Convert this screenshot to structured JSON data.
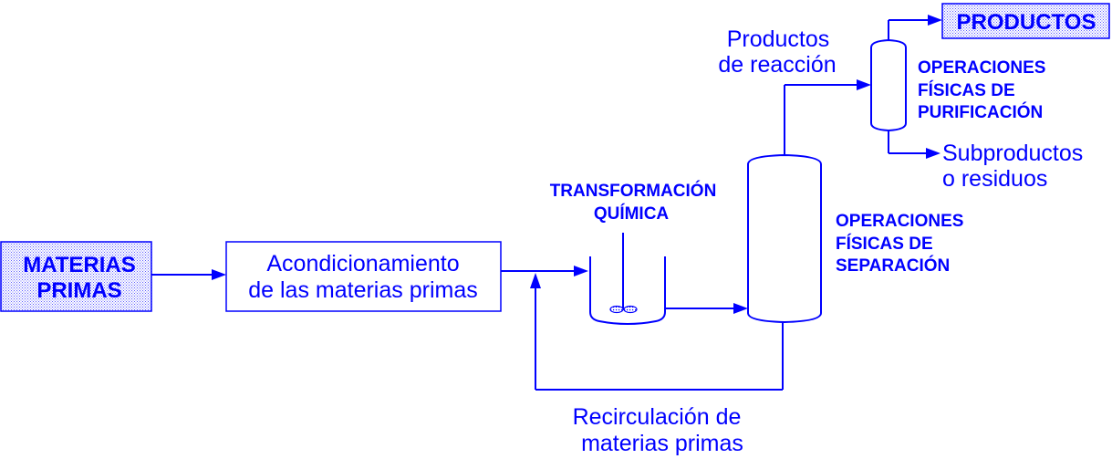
{
  "diagram": {
    "raw_materials": {
      "line1": "MATERIAS",
      "line2": "PRIMAS"
    },
    "conditioning": {
      "line1": "Acondicionamiento",
      "line2": "de las materias primas"
    },
    "chemical_transformation": {
      "line1": "TRANSFORMACIÓN",
      "line2": "QUÍMICA"
    },
    "separation": {
      "line1": "OPERACIONES",
      "line2": "FÍSICAS DE",
      "line3": "SEPARACIÓN"
    },
    "purification": {
      "line1": "OPERACIONES",
      "line2": "FÍSICAS DE",
      "line3": "PURIFICACIÓN"
    },
    "reaction_products": {
      "line1": "Productos",
      "line2": "de reacción"
    },
    "byproducts": {
      "line1": "Subproductos",
      "line2": "o residuos"
    },
    "products": {
      "label": "PRODUCTOS"
    },
    "recirculation": {
      "line1": "Recirculación de",
      "line2": "materias primas"
    },
    "colors": {
      "stroke": "#0000ff",
      "text": "#0000ff",
      "pattern": "#7f7fff"
    }
  }
}
